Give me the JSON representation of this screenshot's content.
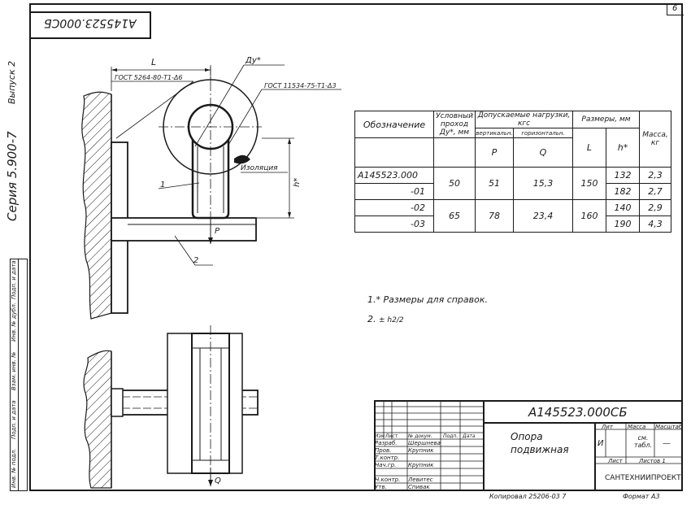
{
  "sheet": {
    "page_number": "6",
    "stamp_code": "А145523.000СБ",
    "series": "Серия 5.900-7",
    "issue": "Выпуск 2",
    "side_columns": [
      "Инв. № подл.",
      "Подп. и дата",
      "Взам. инв. №",
      "Инв. № дубл.",
      "Подп. и дата"
    ],
    "copied": "Копировал 25206-03  7",
    "format": "Формат А3"
  },
  "drawing": {
    "dim_L": "L",
    "gost_weld_left": "ГОСТ 5264-80-Т1-Δ6",
    "gost_weld_right": "ГОСТ 11534-75-Т1-Δ3",
    "label_Dy": "Ду*",
    "label_insulation": "Изоляция",
    "label_h": "h*",
    "label_P": "P",
    "label_Q": "Q",
    "callout_1": "1",
    "callout_2": "2"
  },
  "spec_table": {
    "headers": {
      "designation": "Обозначение",
      "nominal_bore": "Условный проход",
      "nominal_bore_unit": "Ду*, мм",
      "loads": "Допускаемые нагрузки, кгс",
      "vertical": "вертикальн.",
      "horizontal": "горизонтальн.",
      "P": "P",
      "Q": "Q",
      "sizes": "Размеры, мм",
      "L": "L",
      "h": "h*",
      "mass": "Масса, кг"
    },
    "rows": [
      {
        "designation": "А145523.000",
        "dy": "50",
        "P": "51",
        "Q": "15,3",
        "L": "150",
        "h": "132",
        "mass": "2,3"
      },
      {
        "designation": "-01",
        "dy": "",
        "P": "",
        "Q": "",
        "L": "",
        "h": "182",
        "mass": "2,7"
      },
      {
        "designation": "-02",
        "dy": "65",
        "P": "78",
        "Q": "23,4",
        "L": "160",
        "h": "140",
        "mass": "2,9"
      },
      {
        "designation": "-03",
        "dy": "",
        "P": "",
        "Q": "",
        "L": "",
        "h": "190",
        "mass": "4,3"
      }
    ]
  },
  "notes": {
    "note1": "1.* Размеры для справок.",
    "note2_prefix": "2.",
    "note2_expr": "± h2/2"
  },
  "title_block": {
    "doc_code": "А145523.000СБ",
    "name_line1": "Опора",
    "name_line2": "подвижная",
    "col_labels": [
      "Изм",
      "Лист",
      "№ докум.",
      "Подп.",
      "Дата"
    ],
    "roles": [
      {
        "role": "Разраб.",
        "name": "Шершнева"
      },
      {
        "role": "Пров.",
        "name": "Крупник"
      },
      {
        "role": "Т.контр.",
        "name": ""
      },
      {
        "role": "Нач.гр.",
        "name": "Крупник"
      },
      {
        "role": "Н.контр.",
        "name": "Левитес"
      },
      {
        "role": "Утв.",
        "name": "Спивак"
      }
    ],
    "lit_label": "Лит",
    "mass_label": "Масса",
    "scale_label": "Масштаб",
    "lit_value": "И",
    "mass_value": "см. табл.",
    "scale_value": "—",
    "sheet_label": "Лист",
    "sheets_label": "Листов 1",
    "organization": "САНТЕХНИИПРОЕКТ"
  }
}
